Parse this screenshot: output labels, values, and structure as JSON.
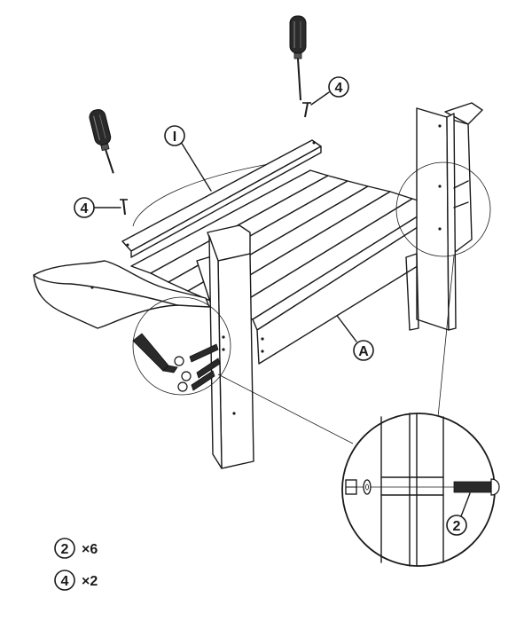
{
  "callouts": {
    "part_i": "I",
    "part_a": "A",
    "screw_top": "4",
    "screw_left": "4",
    "bolt_detail": "2"
  },
  "legend": [
    {
      "id": "2",
      "count": "×6"
    },
    {
      "id": "4",
      "count": "×2"
    }
  ],
  "icons": [
    "screwdriver-icon",
    "hex-key-icon",
    "bolt-icon",
    "nut-icon",
    "washer-icon",
    "screw-icon"
  ]
}
